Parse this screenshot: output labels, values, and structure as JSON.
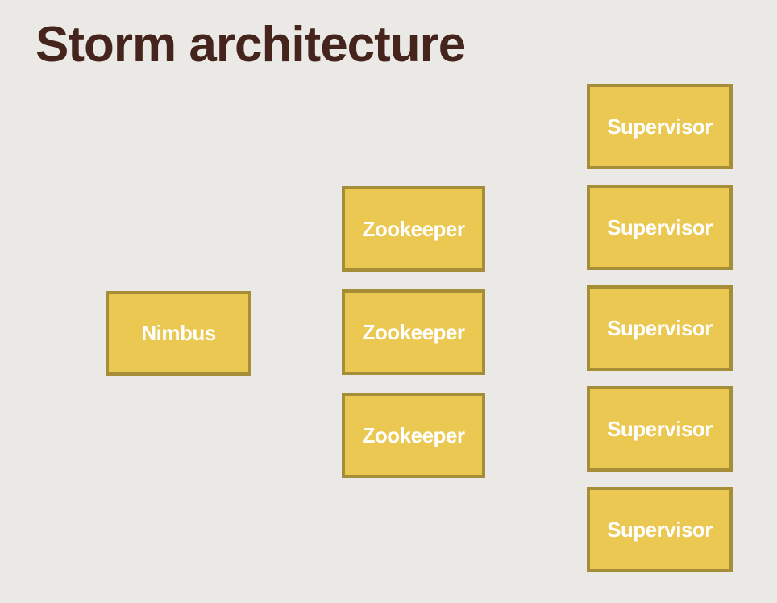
{
  "theme": {
    "background": "#EBE9E6",
    "title_color": "#44241C",
    "box_fill": "#EAC851",
    "box_border": "#A68E38",
    "box_text": "#FFFFFF"
  },
  "slide": {
    "title": "Storm architecture"
  },
  "nodes": {
    "nimbus": {
      "label": "Nimbus"
    },
    "zookeepers": [
      {
        "label": "Zookeeper"
      },
      {
        "label": "Zookeeper"
      },
      {
        "label": "Zookeeper"
      }
    ],
    "supervisors": [
      {
        "label": "Supervisor"
      },
      {
        "label": "Supervisor"
      },
      {
        "label": "Supervisor"
      },
      {
        "label": "Supervisor"
      },
      {
        "label": "Supervisor"
      }
    ]
  }
}
